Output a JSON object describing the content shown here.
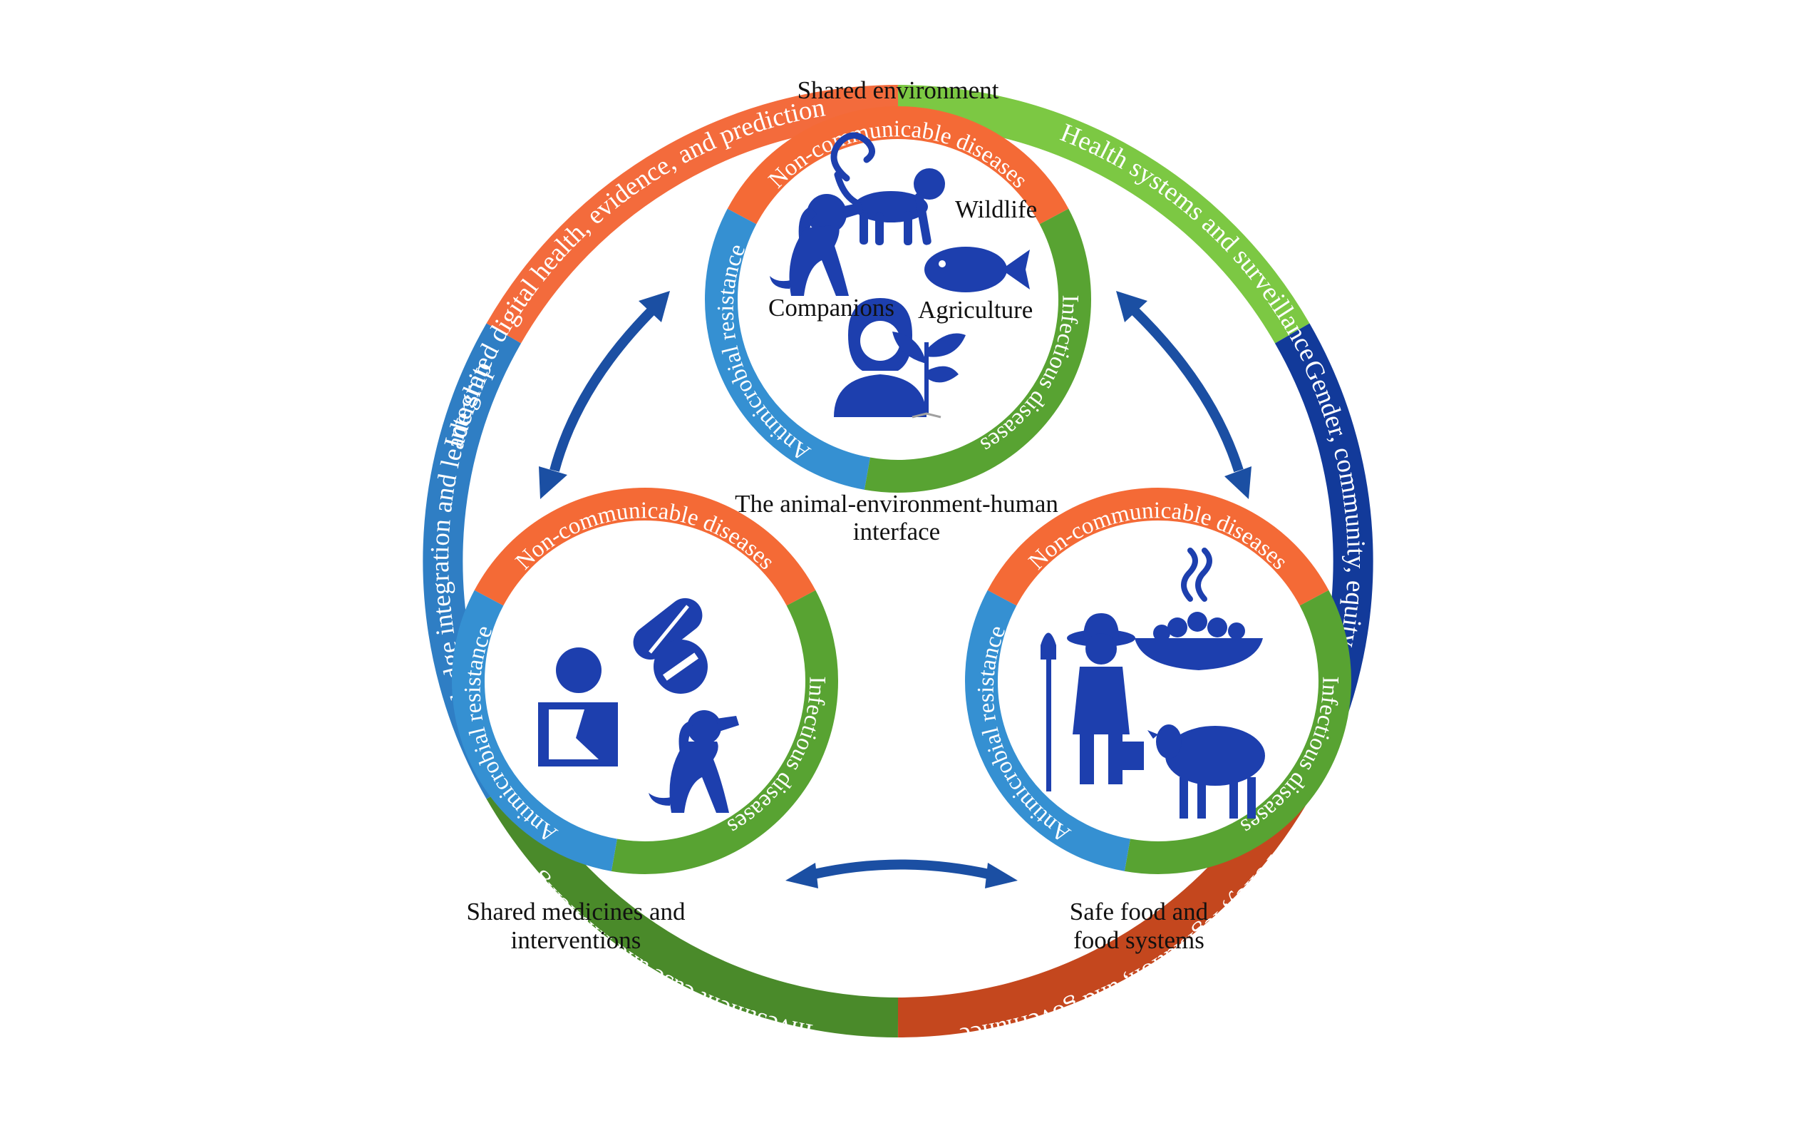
{
  "colors": {
    "orange": "#f36b3c",
    "light_green": "#7cc843",
    "dark_blue": "#123a9a",
    "rust": "#c4471e",
    "dark_green": "#4a8a2a",
    "mid_blue": "#2f7ec4",
    "inner_orange": "#f46a36",
    "inner_green": "#58a332",
    "inner_blue": "#3590d2",
    "icon_blue": "#1d3fae",
    "arrow_blue": "#1b4fa3"
  },
  "outer_ring": {
    "segments": [
      {
        "text": "Integrated digital health, evidence, and prediction",
        "color": "#f36b3c"
      },
      {
        "text": "Health systems and surveillance",
        "color": "#7cc843"
      },
      {
        "text": "Gender, community, equity, and ethics",
        "color": "#123a9a"
      },
      {
        "text": "Policy, legislation, and governance",
        "color": "#c4471e"
      },
      {
        "text": "Investment case and financing",
        "color": "#4a8a2a"
      },
      {
        "text": "Knowledge integration and leadership",
        "color": "#2f7ec4"
      }
    ]
  },
  "inner_ring_labels": {
    "ncd": "Non-communicable diseases",
    "infectious": "Infectious diseases",
    "amr": "Antimicrobial resistance"
  },
  "circles": {
    "top": {
      "title": "Shared environment",
      "wildlife": "Wildlife",
      "companions": "Companions",
      "agriculture": "Agriculture"
    },
    "left": {
      "caption_line1": "Shared medicines and",
      "caption_line2": "interventions"
    },
    "right": {
      "caption_line1": "Safe food and",
      "caption_line2": "food systems"
    }
  },
  "center": {
    "line1": "The animal-environment-human",
    "line2": "interface"
  },
  "icons": {
    "top": [
      "monkey-icon",
      "dog-icon",
      "fish-icon",
      "person-icon",
      "plant-icon"
    ],
    "left": [
      "pill-icon",
      "injured-person-icon",
      "dog-icon"
    ],
    "right": [
      "farmer-icon",
      "food-bowl-icon",
      "sheep-icon"
    ]
  }
}
